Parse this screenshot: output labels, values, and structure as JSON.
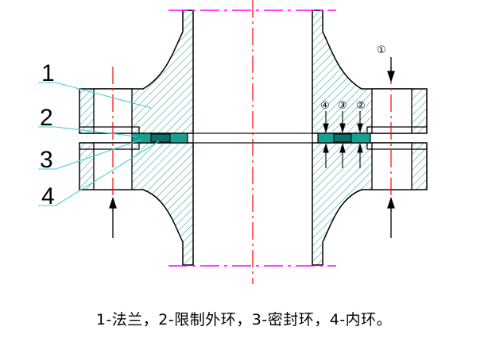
{
  "labels": {
    "l1": "1",
    "l2": "2",
    "l3": "3",
    "l4": "4"
  },
  "markers": {
    "m1": "①",
    "m2": "②",
    "m3": "③",
    "m4": "④"
  },
  "caption": "1-法兰，2-限制外环，3-密封环，4-内环。",
  "colors": {
    "outline": "#000000",
    "hatch": "#2aa39a",
    "centerline": "#ff0000",
    "pipe_ends": "#ff00ff",
    "leader": "#40d0d8",
    "gasket_fill": "#1aa091",
    "sealing_fill": "#0e6f6a"
  }
}
